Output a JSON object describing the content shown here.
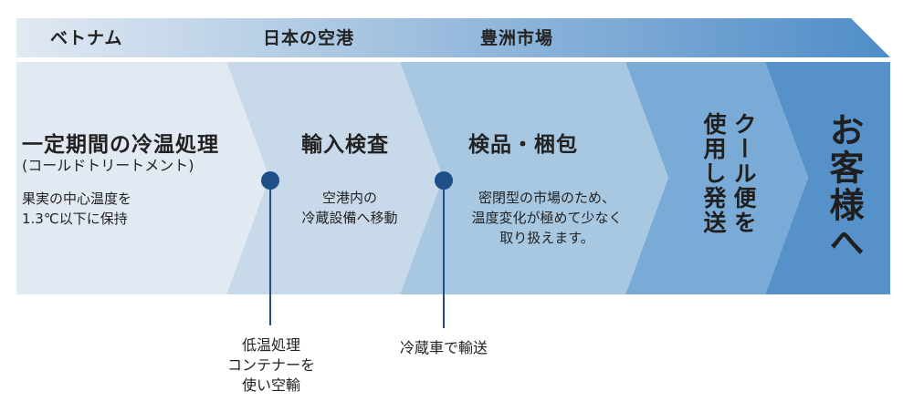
{
  "header": {
    "labels": [
      "ベトナム",
      "日本の空港",
      "豊洲市場"
    ]
  },
  "stages": [
    {
      "title": "一定期間の冷温処理",
      "subtitle": "(コールドトリートメント)",
      "lines": [
        "果実の中心温度を",
        "1.3℃以下に保持"
      ]
    },
    {
      "title": "輸入検査",
      "lines": [
        "空港内の",
        "冷蔵設備へ移動"
      ]
    },
    {
      "title": "検品・梱包",
      "lines": [
        "密閉型の市場のため、",
        "温度変化が極めて少なく",
        "取り扱えます。"
      ]
    },
    {
      "col1": "使用し発送",
      "col2": "クール便を"
    },
    {
      "final": "お客様へ"
    }
  ],
  "transport": [
    {
      "lines": [
        "低温処理",
        "コンテナーを",
        "使い空輸"
      ]
    },
    {
      "lines": [
        "冷蔵車で輸送"
      ]
    }
  ],
  "colors": {
    "stage1": "#e1e9f2",
    "stage2": "#c8daea",
    "stage3": "#a8c8e2",
    "stage4": "#7aaad6",
    "stage5": "#5691c9",
    "marker": "#1e4f86",
    "header_start": "#e1e9f2",
    "header_end": "#4f8dc8"
  }
}
